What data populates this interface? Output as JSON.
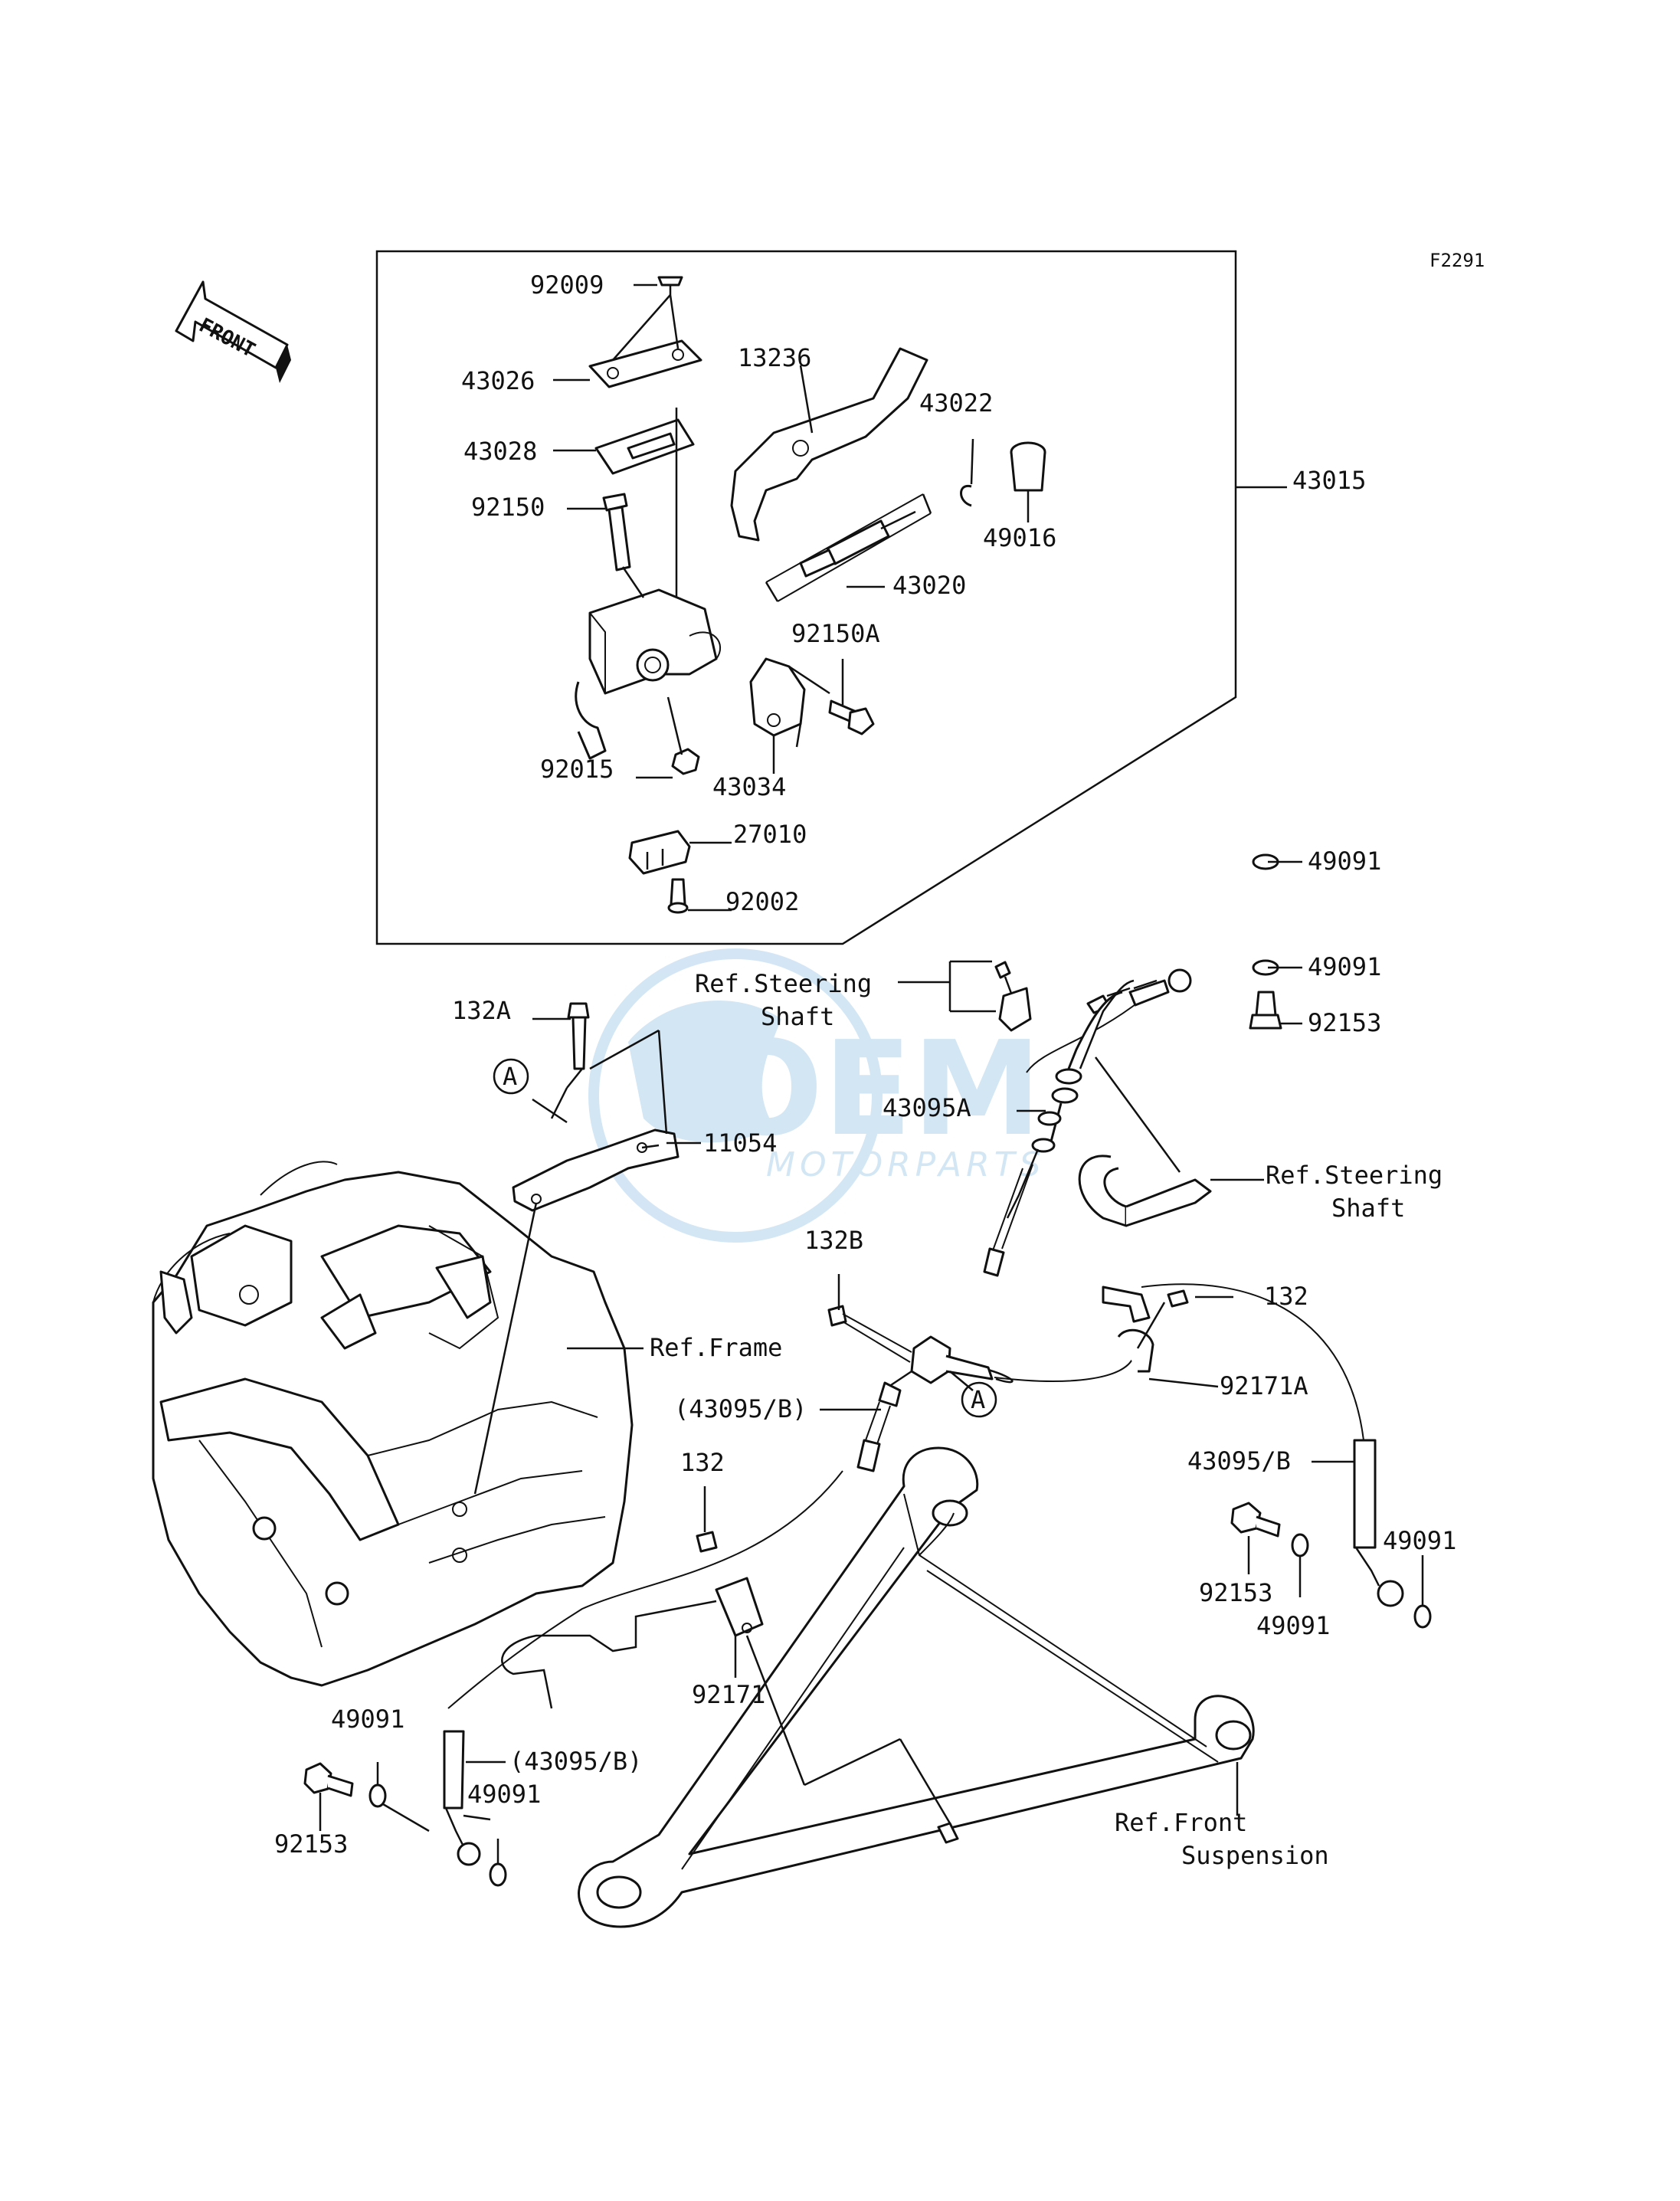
{
  "diagram": {
    "code": "F2291",
    "front_marker": "FRONT",
    "watermark": {
      "brand": "OEM",
      "sub": "MOTORPARTS"
    },
    "callout_circle": "A",
    "labels": {
      "p92009": "92009",
      "p43026": "43026",
      "p43028": "43028",
      "p92150": "92150",
      "p13236": "13236",
      "p43022": "43022",
      "p49016": "49016",
      "p43015": "43015",
      "p43020": "43020",
      "p92150A": "92150A",
      "p92015": "92015",
      "p43034": "43034",
      "p27010": "27010",
      "p92002": "92002",
      "p49091_a": "49091",
      "p49091_b": "49091",
      "p92153_a": "92153",
      "ref_steering_1_line1": "Ref.Steering",
      "ref_steering_1_line2": "Shaft",
      "p132A": "132A",
      "p11054": "11054",
      "p43095A": "43095A",
      "ref_steering_2_line1": "Ref.Steering",
      "ref_steering_2_line2": "Shaft",
      "p132B": "132B",
      "p132_a": "132",
      "ref_frame": "Ref.Frame",
      "p92171A": "92171A",
      "p43095B_paren_a": "(43095/B)",
      "p132_b": "132",
      "p43095B": "43095/B",
      "p49091_c": "49091",
      "p92153_b": "92153",
      "p49091_d": "49091",
      "p92171": "92171",
      "p49091_e": "49091",
      "p43095B_paren_b": "(43095/B)",
      "p49091_f": "49091",
      "p92153_c": "92153",
      "ref_front_susp_line1": "Ref.Front",
      "ref_front_susp_line2": "Suspension"
    }
  }
}
